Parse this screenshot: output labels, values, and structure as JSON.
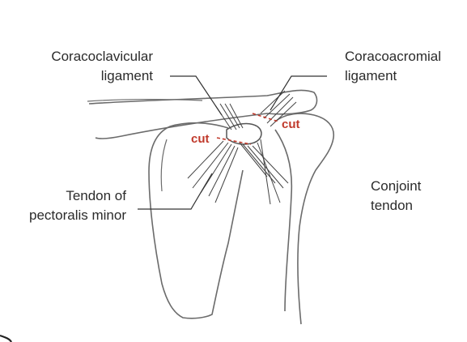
{
  "labels": {
    "coracoclavicular": [
      "Coracoclavicular",
      "ligament"
    ],
    "coracoacromial": [
      "Coracoacromial",
      "ligament"
    ],
    "pectoralis_minor": [
      "Tendon of",
      "pectoralis minor"
    ],
    "conjoint": [
      "Conjoint",
      "tendon"
    ]
  },
  "cut_marks": {
    "left": "cut",
    "right": "cut"
  },
  "colors": {
    "bone_outline": "#6b6b6b",
    "leader_line": "#333333",
    "ligament_fibers": "#444444",
    "cut_text": "#c0392b"
  }
}
